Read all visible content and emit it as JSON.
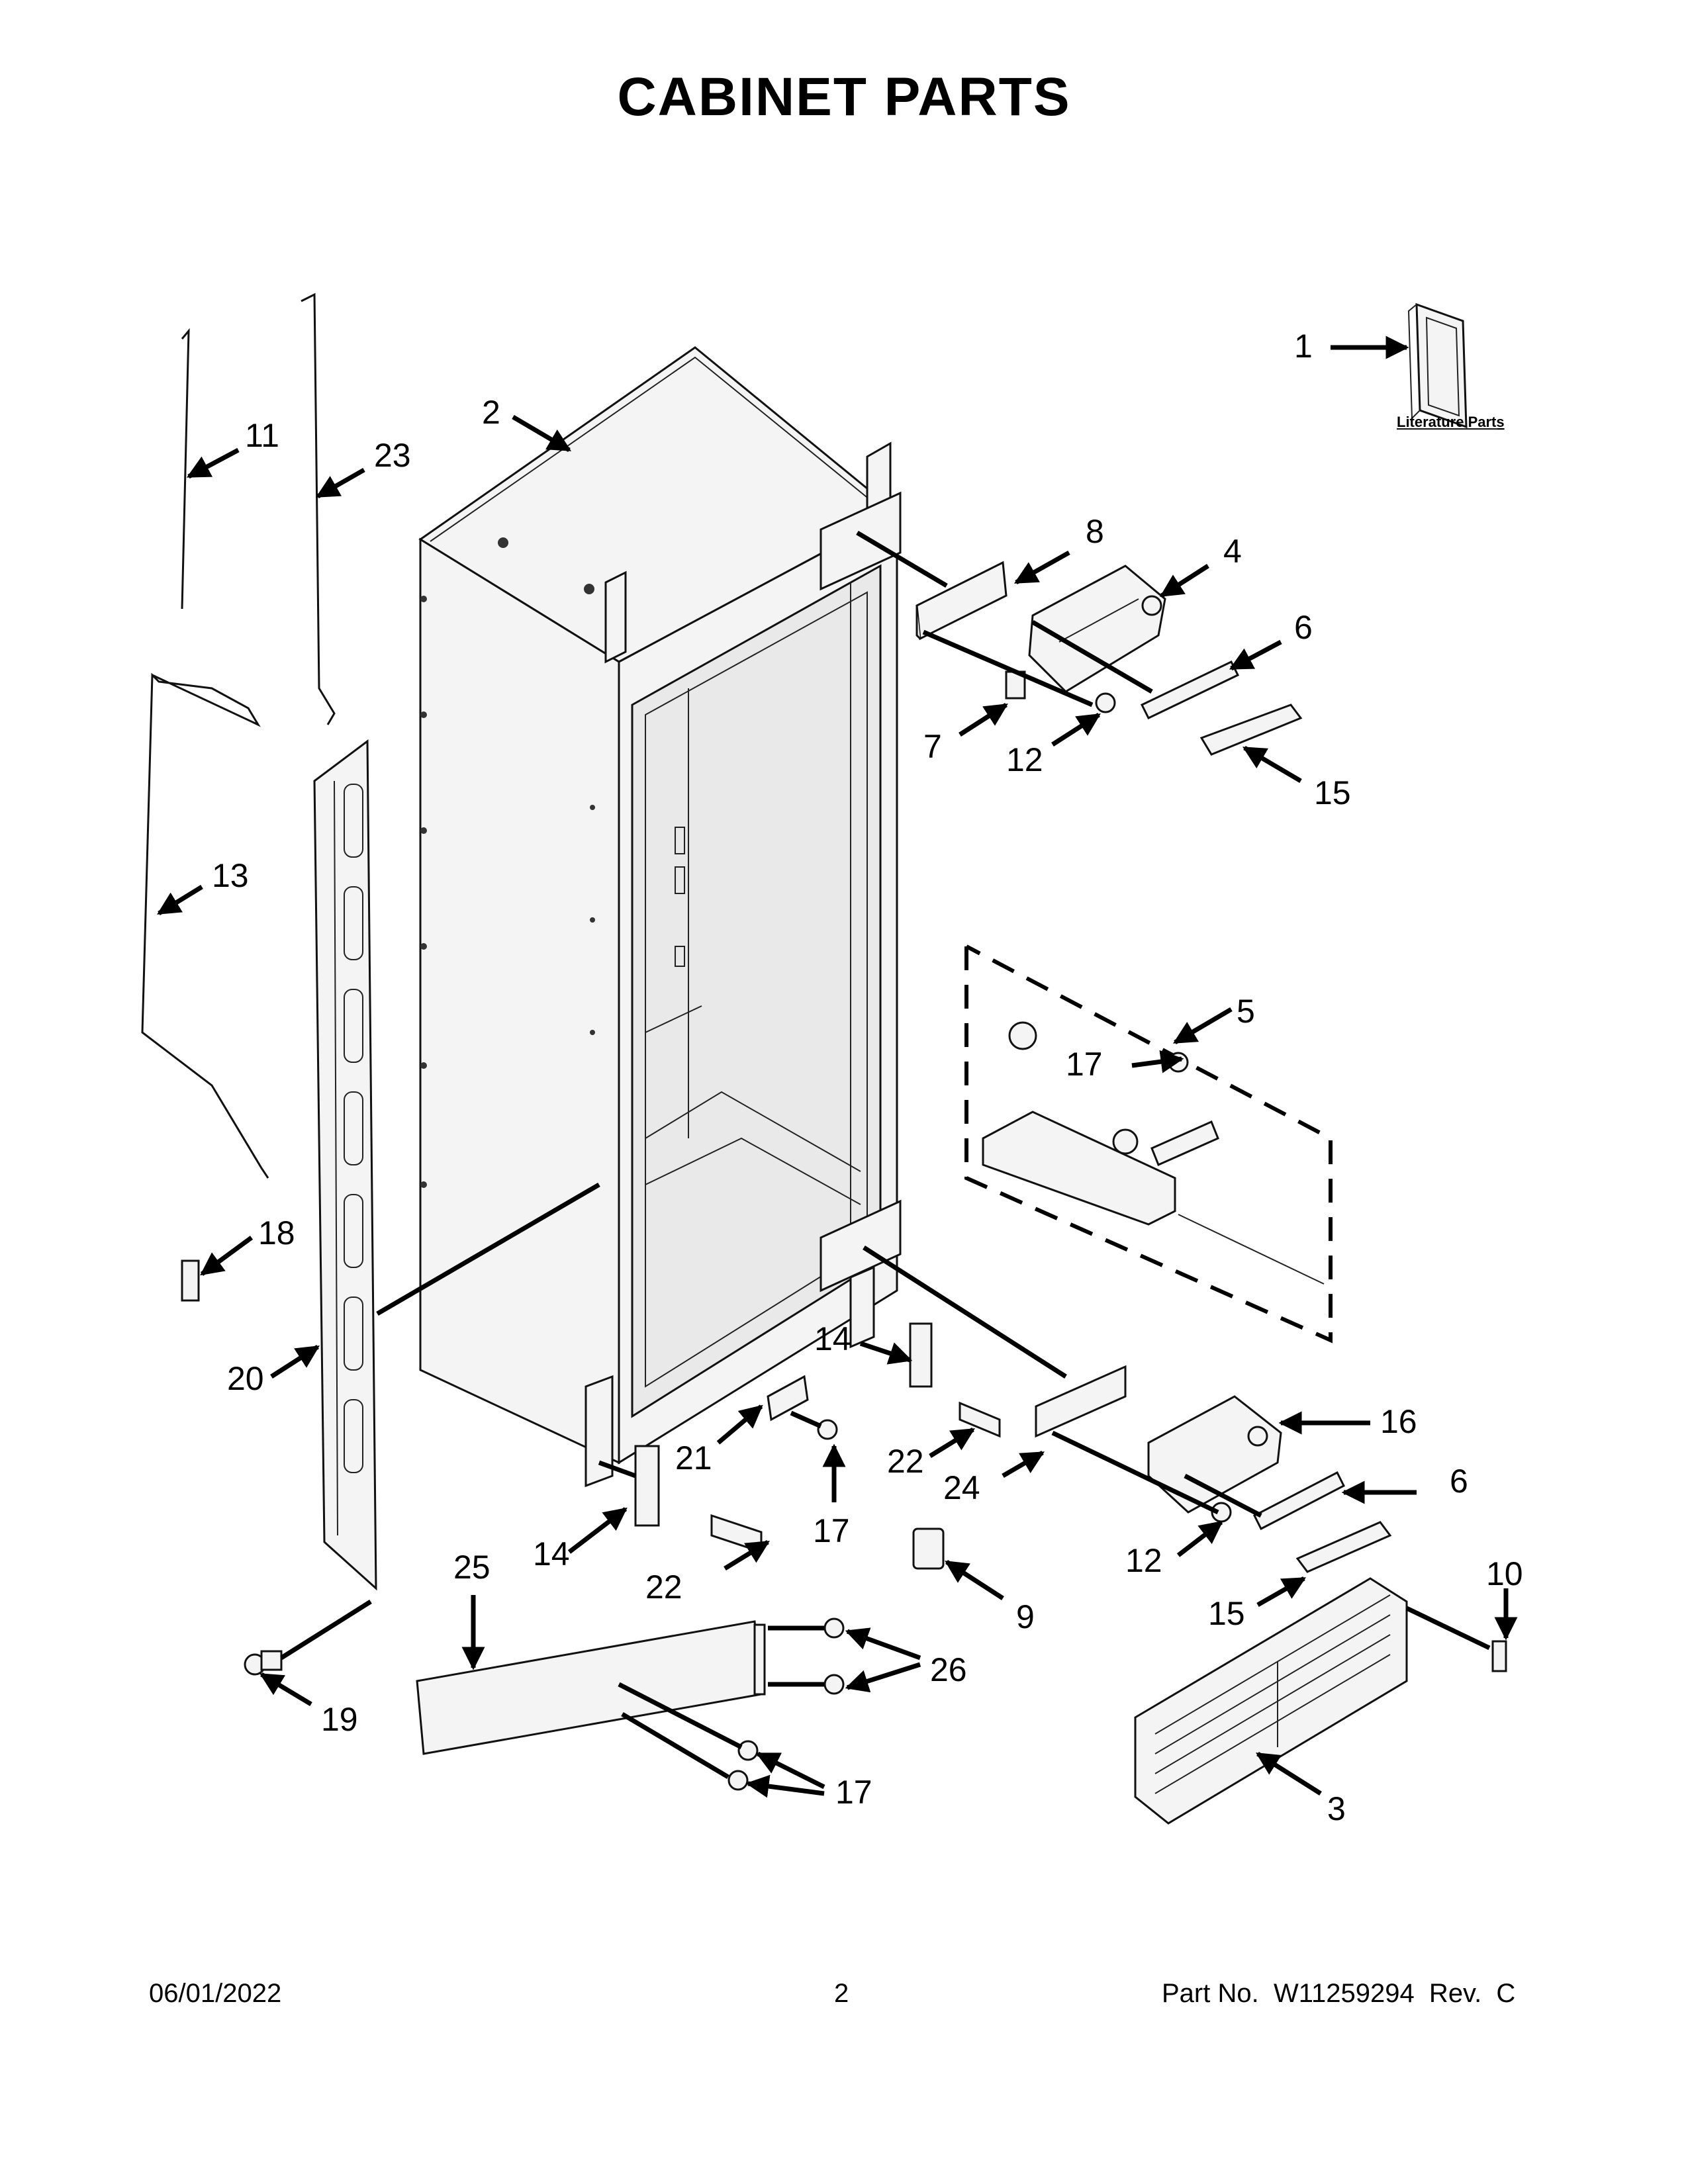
{
  "title": "CABINET PARTS",
  "footer": {
    "date": "06/01/2022",
    "page": "2",
    "part_no": "Part No.  W11259294  Rev.  C"
  },
  "literature_label": "Literature Parts",
  "callouts": {
    "c1": "1",
    "c2": "2",
    "c3": "3",
    "c4": "4",
    "c5": "5",
    "c6a": "6",
    "c6b": "6",
    "c7": "7",
    "c8": "8",
    "c9": "9",
    "c10": "10",
    "c11": "11",
    "c12a": "12",
    "c12b": "12",
    "c13": "13",
    "c14a": "14",
    "c14b": "14",
    "c15a": "15",
    "c15b": "15",
    "c16": "16",
    "c17a": "17",
    "c17b": "17",
    "c17c": "17",
    "c18": "18",
    "c19": "19",
    "c20": "20",
    "c21": "21",
    "c22a": "22",
    "c22b": "22",
    "c23": "23",
    "c24": "24",
    "c25": "25",
    "c26": "26"
  }
}
